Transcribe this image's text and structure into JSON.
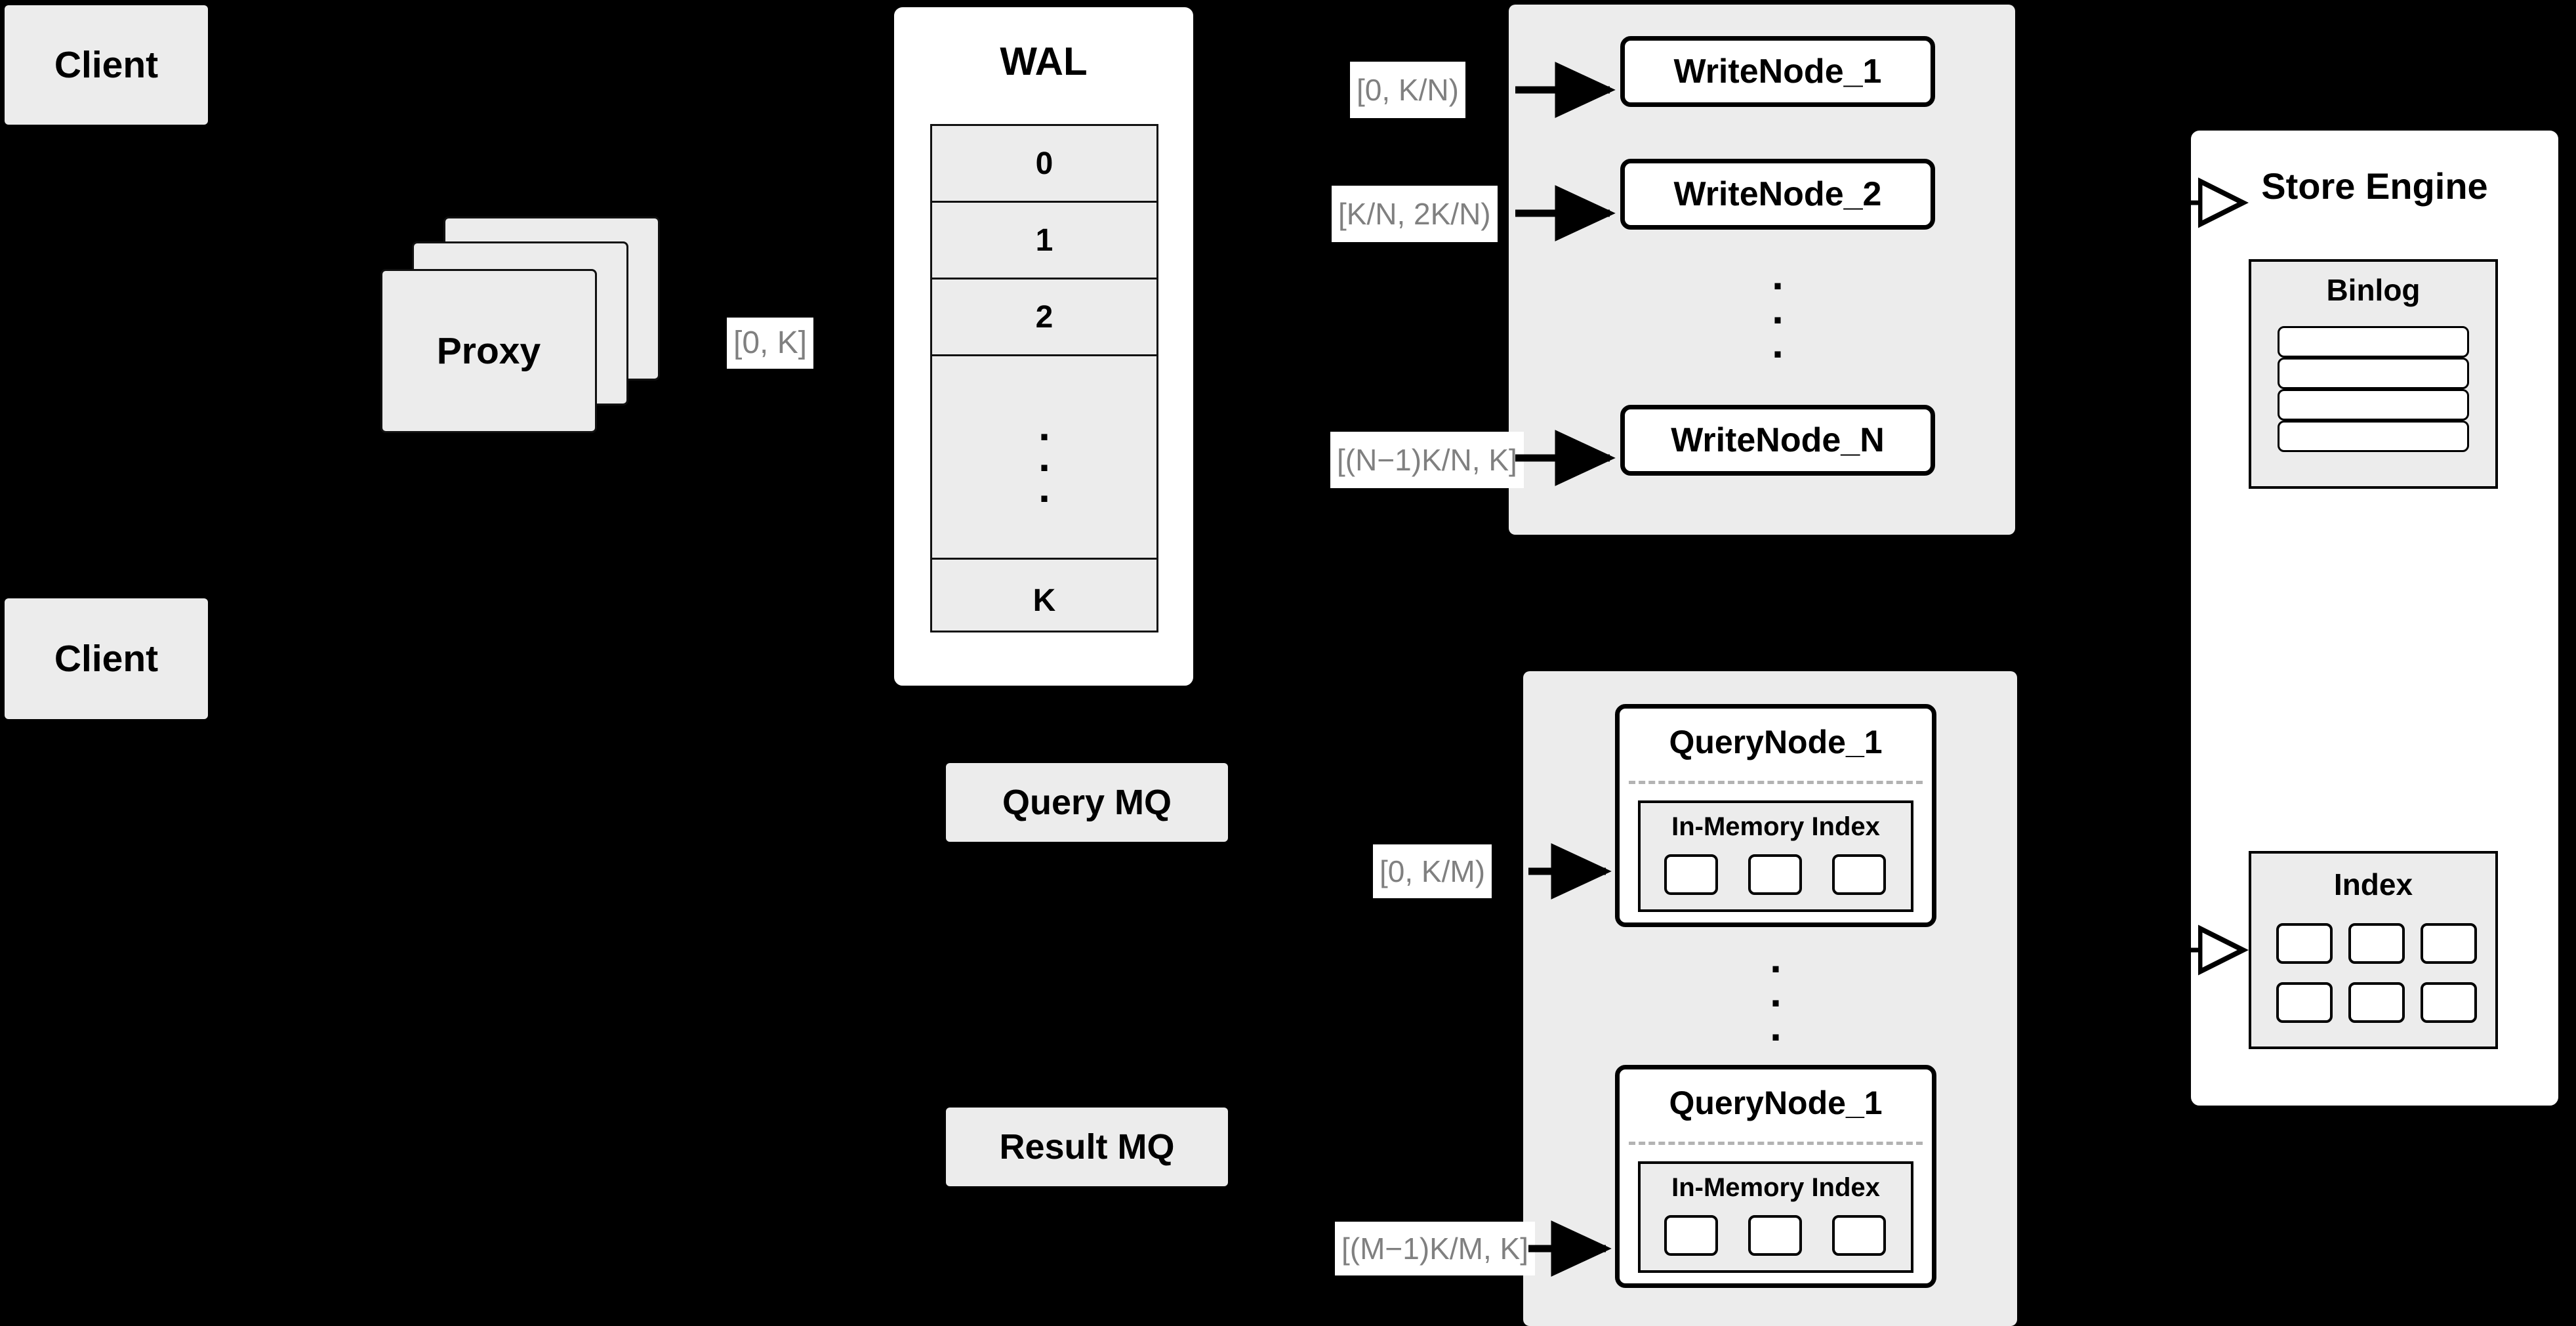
{
  "background_color": "#000000",
  "box_fill": "#ececec",
  "panel_fill": "#ffffff",
  "label_text_color": "#808080",
  "clients": [
    {
      "label": "Client"
    },
    {
      "label": "Client"
    }
  ],
  "proxy": {
    "label": "Proxy",
    "stack_count": 3
  },
  "wal": {
    "title": "WAL",
    "rows": [
      "0",
      "1",
      "2",
      "…",
      "K"
    ],
    "dots_row_index": 3,
    "dots_glyph": "."
  },
  "edge_labels": {
    "proxy_to_wal": "[0, K]",
    "wal_to_writenode_1": "[0,  K/N)",
    "wal_to_writenode_2": "[K/N, 2K/N)",
    "wal_to_writenode_n": "[(N−1)K/N,  K]",
    "mq_to_querynode_1": "[0, K/M)",
    "mq_to_querynode_m": "[(M−1)K/M, K]"
  },
  "write_nodes": {
    "container_name": "write-node-cluster",
    "nodes": [
      {
        "label": "WriteNode_1"
      },
      {
        "label": "WriteNode_2"
      },
      {
        "label": "WriteNode_N"
      }
    ],
    "ellipsis_glyph": "."
  },
  "message_queues": [
    {
      "label": "Query MQ"
    },
    {
      "label": "Result MQ"
    }
  ],
  "query_nodes": {
    "container_name": "query-node-cluster",
    "nodes": [
      {
        "label": "QueryNode_1",
        "index_label": "In-Memory Index",
        "chip_count": 3
      },
      {
        "label": "QueryNode_1",
        "index_label": "In-Memory Index",
        "chip_count": 3
      }
    ],
    "ellipsis_glyph": "."
  },
  "store_engine": {
    "title": "Store Engine",
    "binlog": {
      "title": "Binlog",
      "bar_count": 4
    },
    "index": {
      "title": "Index",
      "chip_rows": 2,
      "chip_cols": 3
    }
  }
}
